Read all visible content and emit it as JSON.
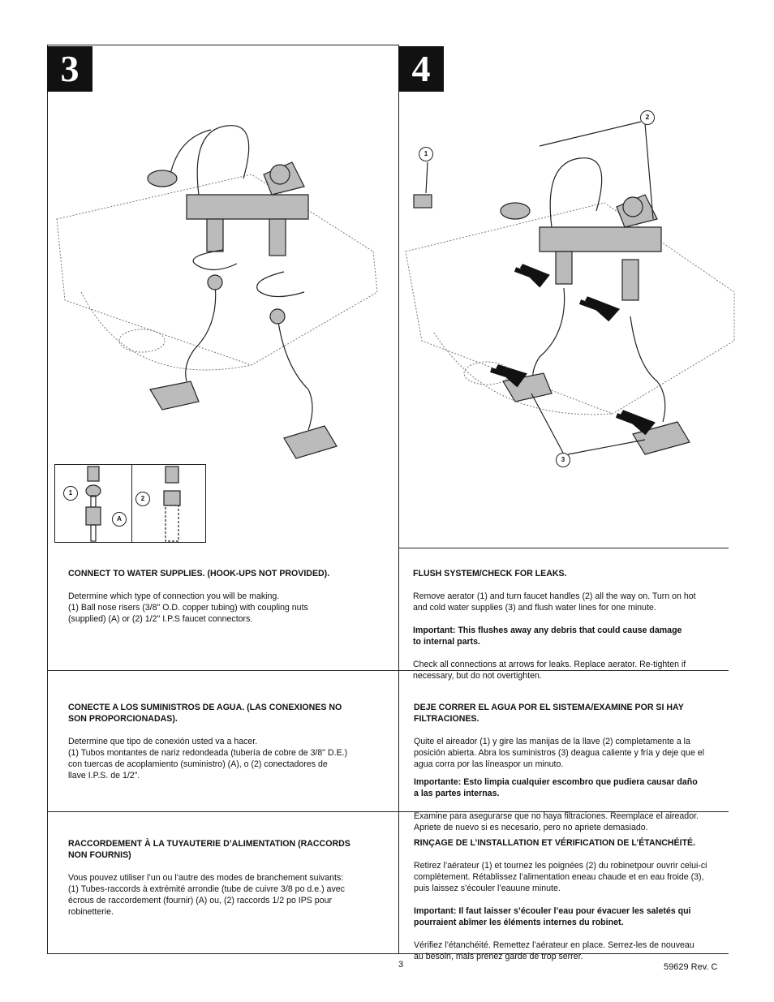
{
  "step3": {
    "number": "3",
    "inset": {
      "callout_1": "1",
      "callout_a": "A",
      "callout_2": "2"
    },
    "en": {
      "heading": "CONNECT TO WATER SUPPLIES. (HOOK-UPS NOT PROVIDED).",
      "body": "Determine which type of connection you will be making.\n(1) Ball nose risers (3/8\" O.D. copper tubing) with coupling nuts\n(supplied) (A) or (2) 1/2\" I.P.S faucet connectors."
    },
    "es": {
      "heading": "CONECTE A LOS SUMINISTROS DE AGUA. (LAS CONEXIONES NO\nSON PROPORCIONADAS).",
      "body": "Determine que tipo de conexión usted va a hacer.\n(1) Tubos montantes de nariz redondeada (tubería de cobre de 3/8\" D.E.)\ncon tuercas de acoplamiento (suministro) (A), o (2) conectadores de\nllave I.P.S. de 1/2\"."
    },
    "fr": {
      "heading": "RACCORDEMENT À LA TUYAUTERIE D’ALIMENTATION (RACCORDS\nNON FOURNIS)",
      "body": "Vous pouvez utiliser l’un ou l’autre des modes de branchement suivants:\n(1) Tubes-raccords à extrémité arrondie (tube de cuivre 3/8 po d.e.) avec\nécrous de raccordement (fournir) (A) ou, (2) raccords 1/2 po IPS pour\nrobinetterie."
    }
  },
  "step4": {
    "number": "4",
    "callouts": {
      "c1": "1",
      "c2": "2",
      "c3": "3"
    },
    "en": {
      "heading": "FLUSH SYSTEM/CHECK FOR LEAKS.",
      "body": "Remove aerator (1) and turn faucet handles (2) all the way on. Turn on hot\nand cold water supplies (3) and flush water lines for one minute.",
      "important": "Important: This flushes away any debris that could cause damage\nto internal parts.",
      "after": "Check all connections at arrows for leaks. Replace aerator. Re-tighten if\nnecessary, but do not overtighten."
    },
    "es": {
      "heading": "DEJE CORRER EL AGUA POR EL SISTEMA/EXAMINE POR SI HAY\nFILTRACIONES.",
      "body": "Quite el aireador (1) y gire las manijas de la llave (2) completamente a la\nposición abierta. Abra los suministros (3) deagua caliente y fría y deje que el\nagua corra por las líneaspor un minuto.",
      "important": "Importante: Esto  limpia cualquier escombro que pudiera causar daño\na las  partes internas.",
      "after": "Examine para asegurarse que no haya filtraciones. Reemplace el aireador.\nApriete de nuevo si es necesario, pero no apriete demasiado."
    },
    "fr": {
      "heading": "RINÇAGE DE L’INSTALLATION ET VÉRIFICATION DE L’ÉTANCHÉITÉ.",
      "body": "Retirez l’aérateur (1) et tournez les poignées (2) du robinetpour ouvrir celui-ci\ncomplètement. Rétablissez l’alimentation eneau chaude et en eau froide (3),\npuis laissez s’écouler l’eauune minute.",
      "important": "Important: Il faut laisser s’écouler l’eau pour évacuer les saletés qui\npourraient abîmer les  éléments internes du robinet.",
      "after": "Vérifiez l’étanchéité. Remettez l’aérateur en place. Serrez-les de nouveau\nau besoin, mais prenez garde de trop serrer."
    }
  },
  "footer": {
    "page": "3",
    "doc": "59629  Rev. C"
  }
}
